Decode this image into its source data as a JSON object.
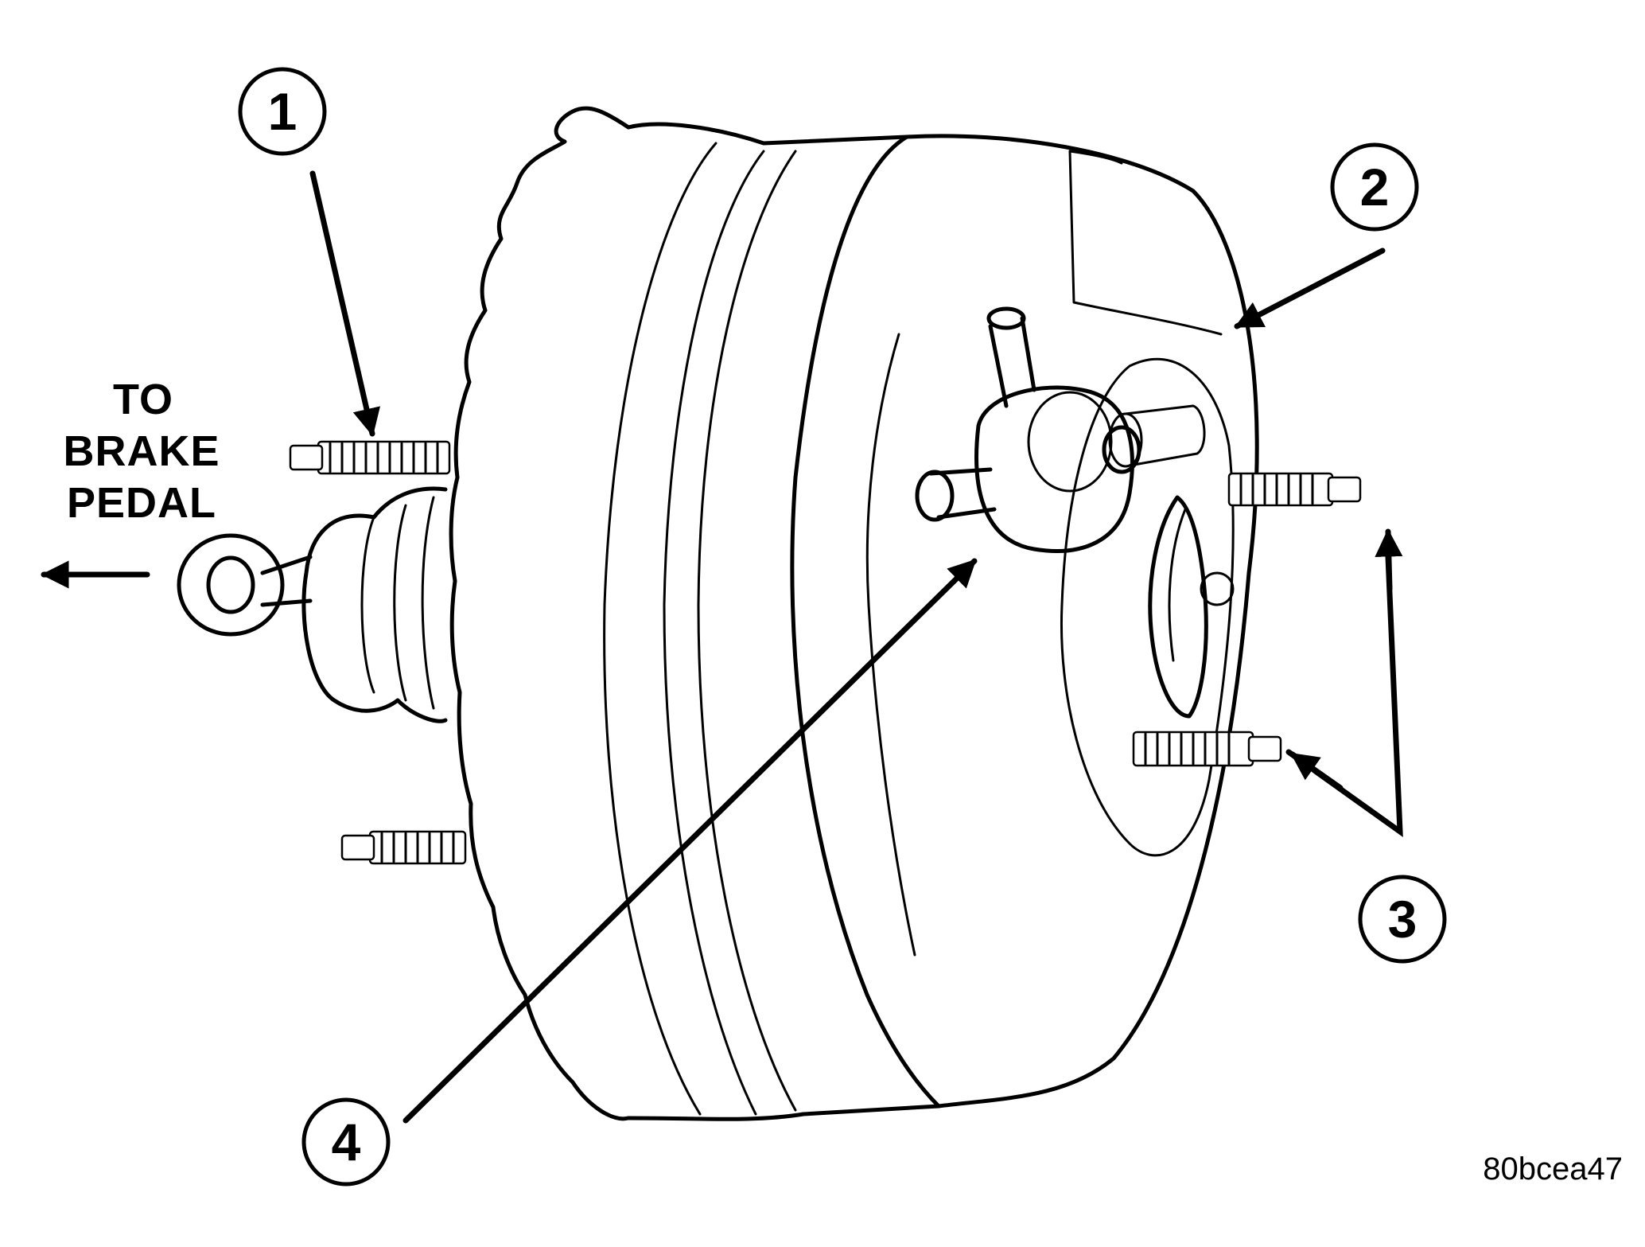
{
  "direction_label": {
    "line1": "TO",
    "line2": "BRAKE",
    "line3": "PEDAL"
  },
  "callouts": [
    {
      "number": "1"
    },
    {
      "number": "2"
    },
    {
      "number": "3"
    },
    {
      "number": "4"
    }
  ],
  "figure_id": "80bcea47",
  "colors": {
    "ink": "#000000",
    "background": "#ffffff"
  }
}
